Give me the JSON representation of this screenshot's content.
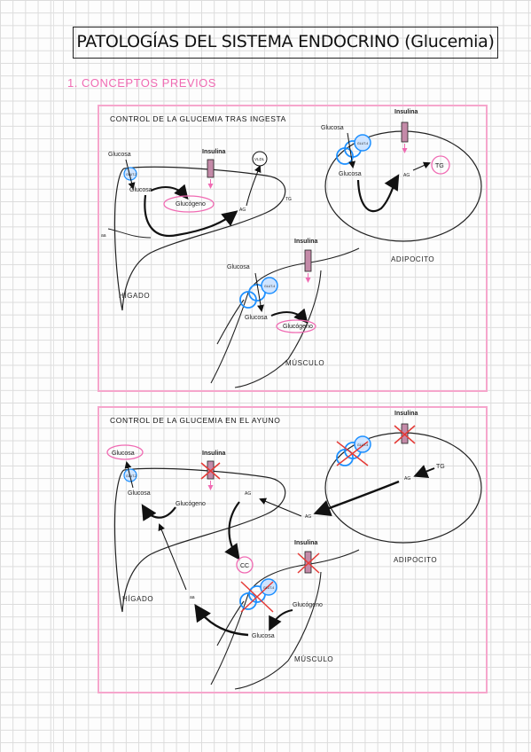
{
  "page": {
    "title": "PATOLOGÍAS DEL SISTEMA ENDOCRINO (Glucemia)",
    "section_heading": "1. CONCEPTOS PREVIOS"
  },
  "colors": {
    "accent_pink": "#f06bb3",
    "panel_border": "#f6a6cc",
    "glut_blue": "#1e90ff",
    "cross_red": "#e53935"
  },
  "panel1": {
    "title": "CONTROL DE LA GLUCEMIA TRAS INGESTA",
    "liver_label": "HÍGADO",
    "muscle_label": "MÚSCULO",
    "adipocyte_label": "ADIPOCITO",
    "insulina": "Insulina",
    "glucosa": "Glucosa",
    "glucogeno": "Glucógeno",
    "ag": "AG",
    "tg": "TG",
    "vldl": "VLDL",
    "aa": "aa",
    "glut2": "GLUT-2",
    "glut4": "GLUT-4"
  },
  "panel2": {
    "title": "CONTROL DE LA GLUCEMIA EN EL AYUNO",
    "liver_label": "HÍGADO",
    "muscle_label": "MÚSCULO",
    "adipocyte_label": "ADIPOCITO",
    "insulina": "Insulina",
    "glucosa": "Glucosa",
    "glucogeno": "Glucógeno",
    "ag": "AG",
    "tg": "TG",
    "cc": "CC",
    "aa": "aa",
    "glut2": "GLUT-2",
    "glut4": "GLUT-4"
  }
}
